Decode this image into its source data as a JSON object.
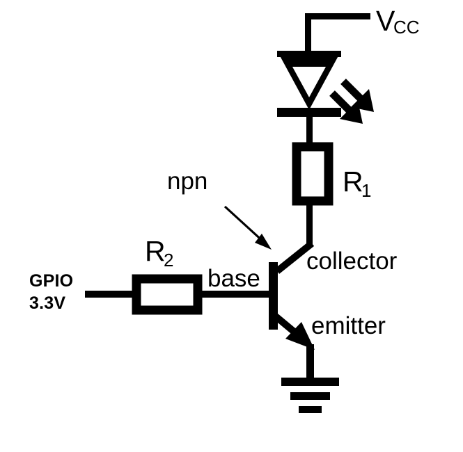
{
  "diagram": {
    "title": "NPN transistor LED driver circuit",
    "ink_color": "#000000",
    "background_color": "#ffffff"
  },
  "labels": {
    "vcc": "V",
    "vcc_subscript": "CC",
    "r1": "R",
    "r1_subscript": "1",
    "r2": "R",
    "r2_subscript": "2",
    "npn": "npn",
    "base": "base",
    "collector": "collector",
    "emitter": "emitter",
    "gpio_line1": "GPIO",
    "gpio_line2": "3.3V"
  },
  "components": {
    "led": {
      "name": "led-symbol",
      "type": "light-emitting-diode",
      "emission_arrows": 2
    },
    "resistor_r1": {
      "name": "resistor-r1",
      "orientation": "vertical"
    },
    "resistor_r2": {
      "name": "resistor-r2",
      "orientation": "horizontal"
    },
    "transistor": {
      "name": "npn-transistor",
      "type": "npn",
      "terminals": [
        "base",
        "collector",
        "emitter"
      ]
    },
    "ground": {
      "name": "ground-symbol",
      "bars": 3
    },
    "supply": {
      "name": "vcc-rail",
      "net": "VCC"
    },
    "input": {
      "name": "gpio-input",
      "net": "GPIO 3.3V"
    }
  }
}
